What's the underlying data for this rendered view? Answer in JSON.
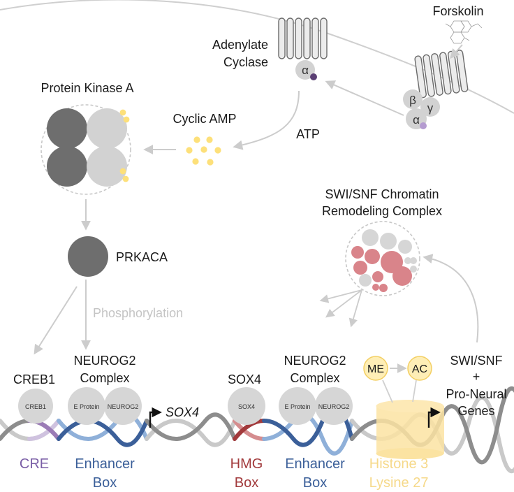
{
  "colors": {
    "membrane": "#cfcfcf",
    "arrow": "#cccccc",
    "dark_subunit": "#6e6e6e",
    "light_subunit": "#d2d2d2",
    "camp": "#fde07a",
    "g_alpha_dot_dark": "#5a3f73",
    "g_alpha_dot_light": "#b49bd0",
    "cre": "#9b7cb6",
    "enhancer": "#3b5f99",
    "enhancer_light": "#8fb0d9",
    "hmg": "#a23a3c",
    "hmg_light": "#d58d8f",
    "histone": "#fbe3a2",
    "dna_grey": "#8d8d8d",
    "dna_grey_light": "#c9c9c9",
    "swi_snf_pink": "#d9848a",
    "swi_snf_grey": "#d6d6d6",
    "label_grey": "#c4c4c4"
  },
  "labels": {
    "forskolin": "Forskolin",
    "adenylate_cyclase": [
      "Adenylate",
      "Cyclase"
    ],
    "protein_kinase_a": "Protein Kinase A",
    "cyclic_amp": "Cyclic AMP",
    "atp": "ATP",
    "prkaca": "PRKACA",
    "phosphorylation": "Phosphorylation",
    "swi_snf_complex": [
      "SWI/SNF Chromatin",
      "Remodeling Complex"
    ],
    "creb1": "CREB1",
    "neurog2_complex_1": [
      "NEUROG2",
      "Complex"
    ],
    "sox4": "SOX4",
    "neurog2_complex_2": [
      "NEUROG2",
      "Complex"
    ],
    "swi_snf_genes": [
      "SWI/SNF",
      "+",
      "Pro-Neural",
      "Genes"
    ],
    "sox4_gene": "SOX4",
    "me": "ME",
    "ac": "AC",
    "g_alpha": "α",
    "g_beta": "β",
    "g_gamma": "γ"
  },
  "proteins": {
    "creb1": "CREB1",
    "e_protein_1": "E Protein",
    "neurog2_1": "NEUROG2",
    "sox4": "SOX4",
    "e_protein_2": "E Protein",
    "neurog2_2": "NEUROG2"
  },
  "dna_labels": {
    "cre": "CRE",
    "enhancer_1": [
      "Enhancer",
      "Box"
    ],
    "hmg": [
      "HMG",
      "Box"
    ],
    "enhancer_2": [
      "Enhancer",
      "Box"
    ],
    "histone": [
      "Histone 3",
      "Lysine 27"
    ]
  }
}
